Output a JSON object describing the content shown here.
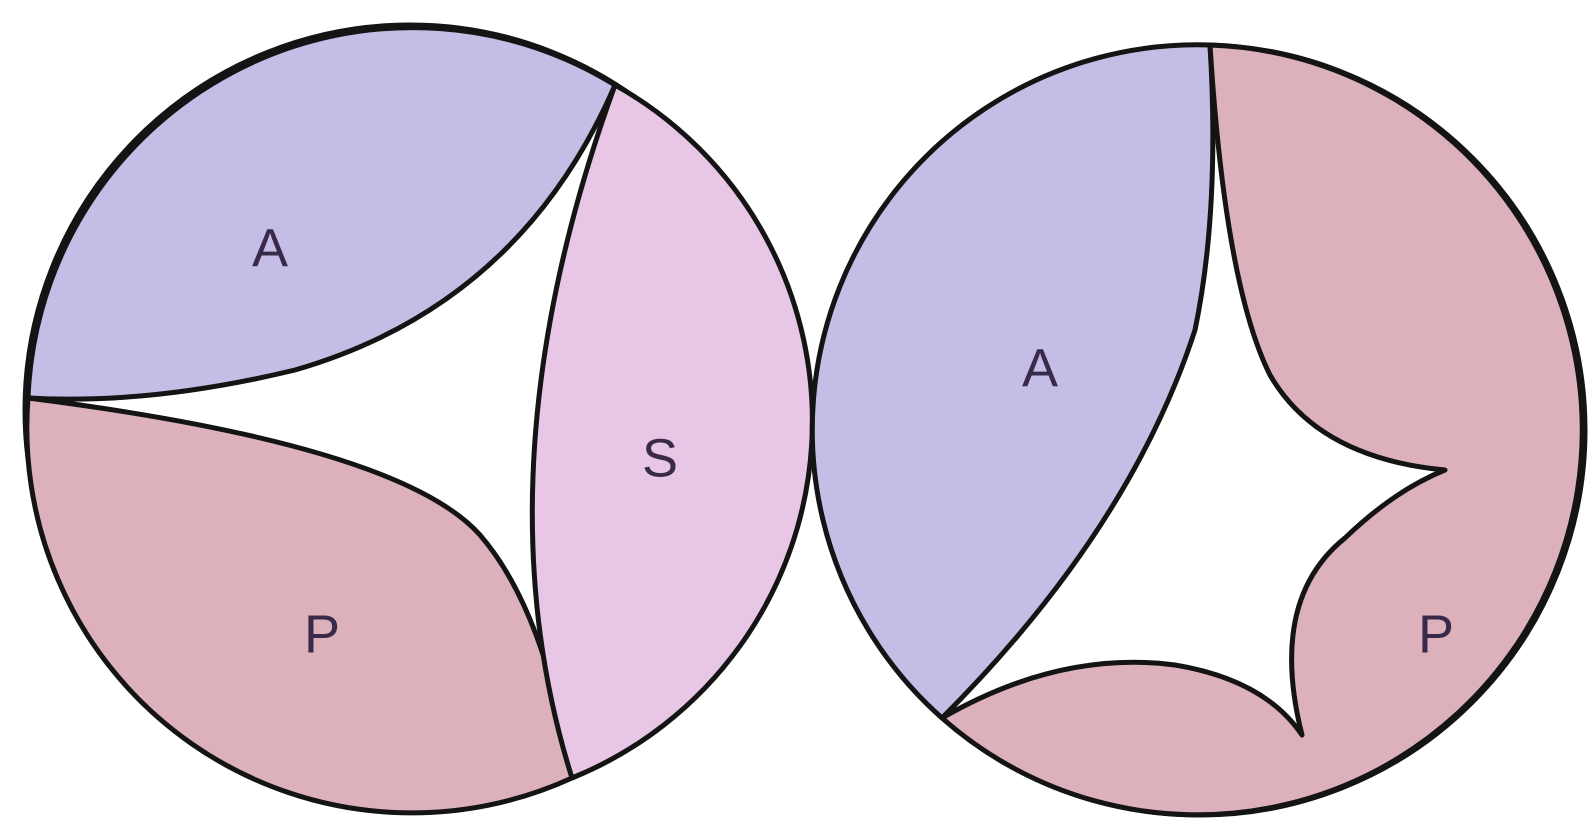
{
  "colors": {
    "anterior": "#c4bee6",
    "posterior": "#ddb1bb",
    "septal": "#e8c6e6",
    "outline": "#141414",
    "label": "#3a2a4a"
  },
  "valves": [
    {
      "leaflets": [
        {
          "label": "A",
          "color_key": "anterior"
        },
        {
          "label": "P",
          "color_key": "posterior"
        },
        {
          "label": "S",
          "color_key": "septal"
        }
      ]
    },
    {
      "leaflets": [
        {
          "label": "A",
          "color_key": "anterior"
        },
        {
          "label": "P",
          "color_key": "posterior"
        }
      ]
    }
  ]
}
